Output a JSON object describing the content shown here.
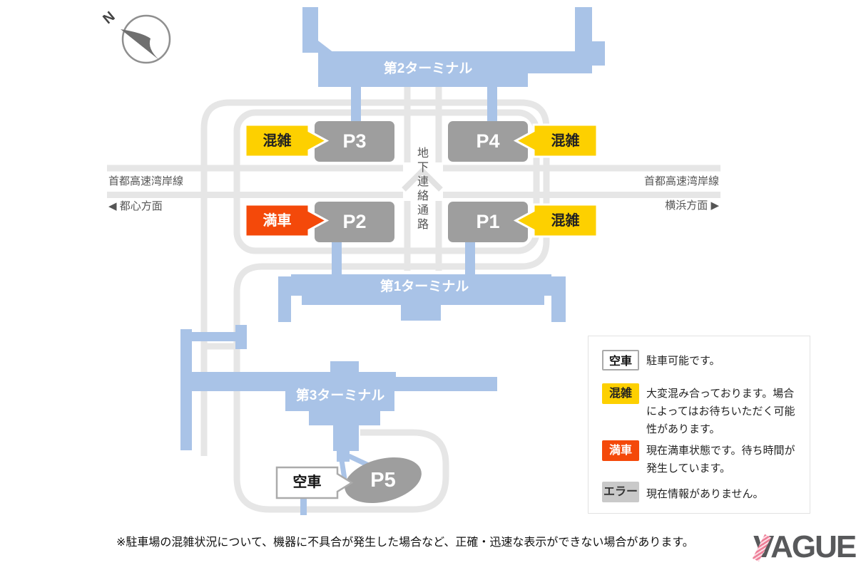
{
  "map": {
    "compass_label": "N",
    "terminals": [
      {
        "id": "terminal2",
        "label": "第2ターミナル"
      },
      {
        "id": "terminal1",
        "label": "第1ターミナル"
      },
      {
        "id": "terminal3",
        "label": "第3ターミナル"
      }
    ],
    "corridor_label": "地下連絡通路",
    "roads": {
      "left_road_name": "首都高速湾岸線",
      "left_direction": "◀ 都心方面",
      "right_road_name": "首都高速湾岸線",
      "right_direction": "横浜方面 ▶"
    },
    "parkings": [
      {
        "id": "P1",
        "label": "P1",
        "status": "混雑",
        "status_type": "crowded"
      },
      {
        "id": "P2",
        "label": "P2",
        "status": "満車",
        "status_type": "full"
      },
      {
        "id": "P3",
        "label": "P3",
        "status": "混雑",
        "status_type": "crowded"
      },
      {
        "id": "P4",
        "label": "P4",
        "status": "混雑",
        "status_type": "crowded"
      },
      {
        "id": "P5",
        "label": "P5",
        "status": "空車",
        "status_type": "available"
      }
    ]
  },
  "legend": {
    "items": [
      {
        "label": "空車",
        "type": "available",
        "desc_lines": [
          "駐車可能です。"
        ]
      },
      {
        "label": "混雑",
        "type": "crowded",
        "desc_lines": [
          "大変混み合っております。場合",
          "によってはお待ちいただく可能",
          "性があります。"
        ]
      },
      {
        "label": "満車",
        "type": "full",
        "desc_lines": [
          "現在満車状態です。待ち時間が",
          "発生しています。"
        ]
      },
      {
        "label": "エラー",
        "type": "error",
        "desc_lines": [
          "現在情報がありません。"
        ]
      }
    ]
  },
  "footnote": "※駐車場の混雑状況について、機器に不具合が発生した場合など、正確・迅速な表示ができない場合があります。",
  "logo_text": "VAGUE",
  "colors": {
    "status_available_bg": "#FFFFFF",
    "status_crowded_bg": "#FDD000",
    "status_full_bg": "#F4490A",
    "status_error_bg": "#C9C9C9",
    "terminal_blue": "#A9C3E7",
    "parking_gray": "#9E9E9E",
    "road_gray": "#E6E6E6"
  }
}
